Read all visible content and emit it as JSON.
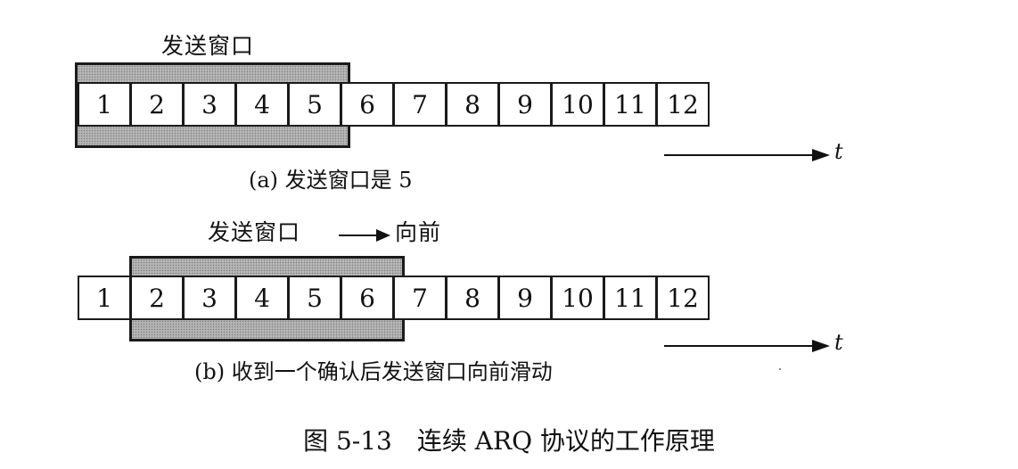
{
  "panel_a": {
    "window_label": "发送窗口",
    "cells": [
      "1",
      "2",
      "3",
      "4",
      "5",
      "6",
      "7",
      "8",
      "9",
      "10",
      "11",
      "12"
    ],
    "window_start": 1,
    "window_end": 5,
    "time_label": "t",
    "caption": "(a) 发送窗口是 5"
  },
  "panel_b": {
    "window_label": "发送窗口",
    "forward_label": "向前",
    "cells": [
      "1",
      "2",
      "3",
      "4",
      "5",
      "6",
      "7",
      "8",
      "9",
      "10",
      "11",
      "12"
    ],
    "window_start": 2,
    "window_end": 6,
    "time_label": "t",
    "caption": "(b) 收到一个确认后发送窗口向前滑动"
  },
  "figure_caption": "图 5-13　连续 ARQ 协议的工作原理"
}
